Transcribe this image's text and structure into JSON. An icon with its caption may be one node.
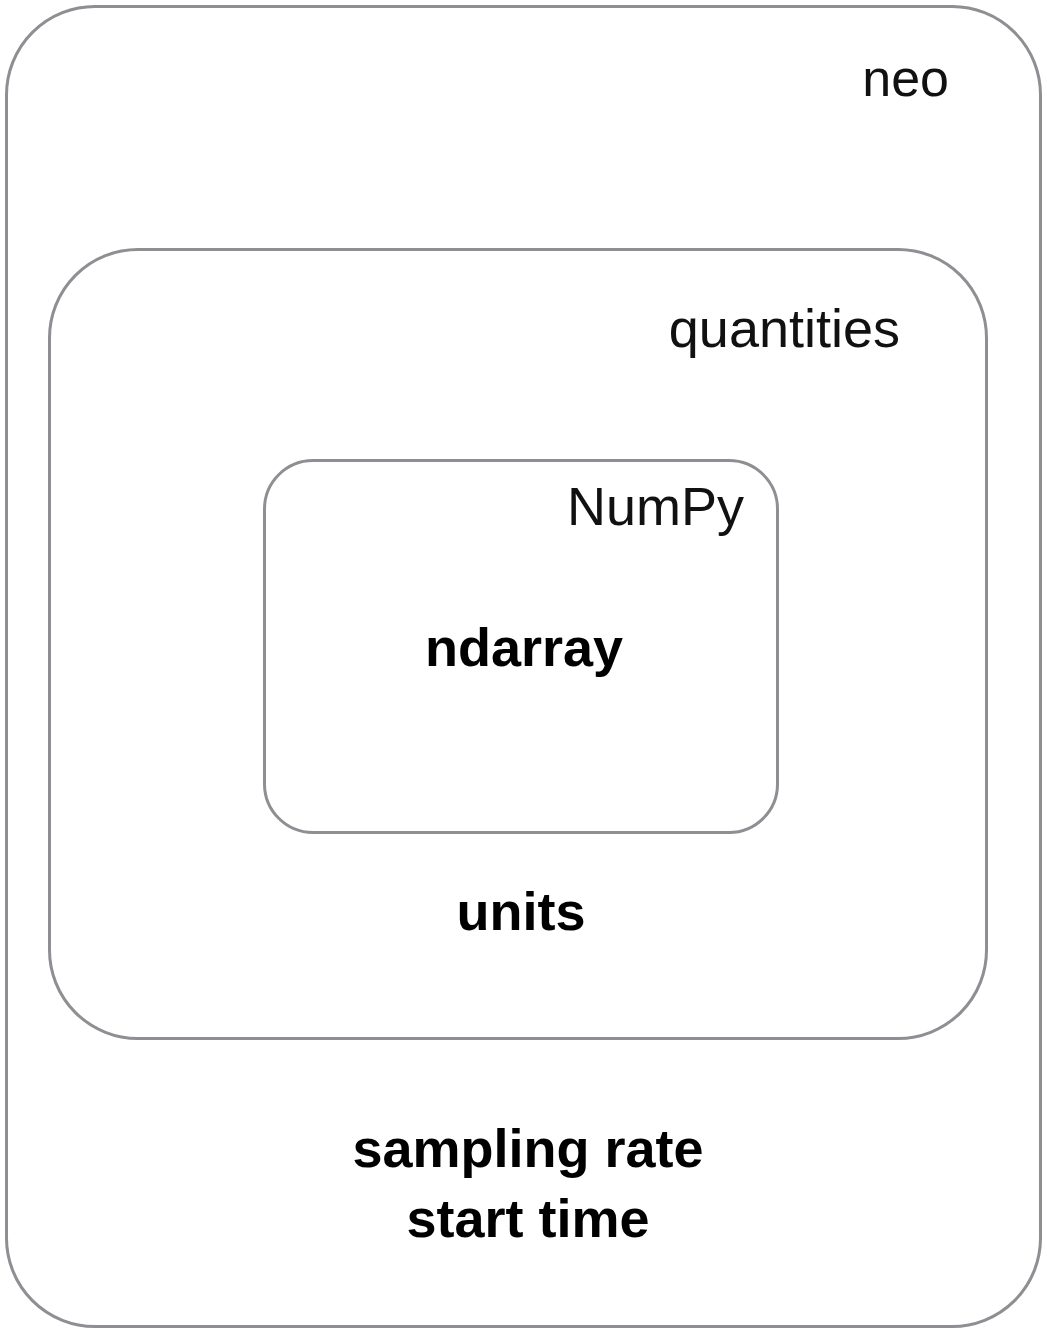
{
  "diagram": {
    "nodes": [
      {
        "text": [
          "neo",
          "sampling rate start time"
        ]
      },
      {
        "text": [
          "quantities",
          "units"
        ],
        "in": 0
      },
      {
        "text": [
          "NumPy",
          "ndarray"
        ],
        "in": 1
      }
    ]
  }
}
